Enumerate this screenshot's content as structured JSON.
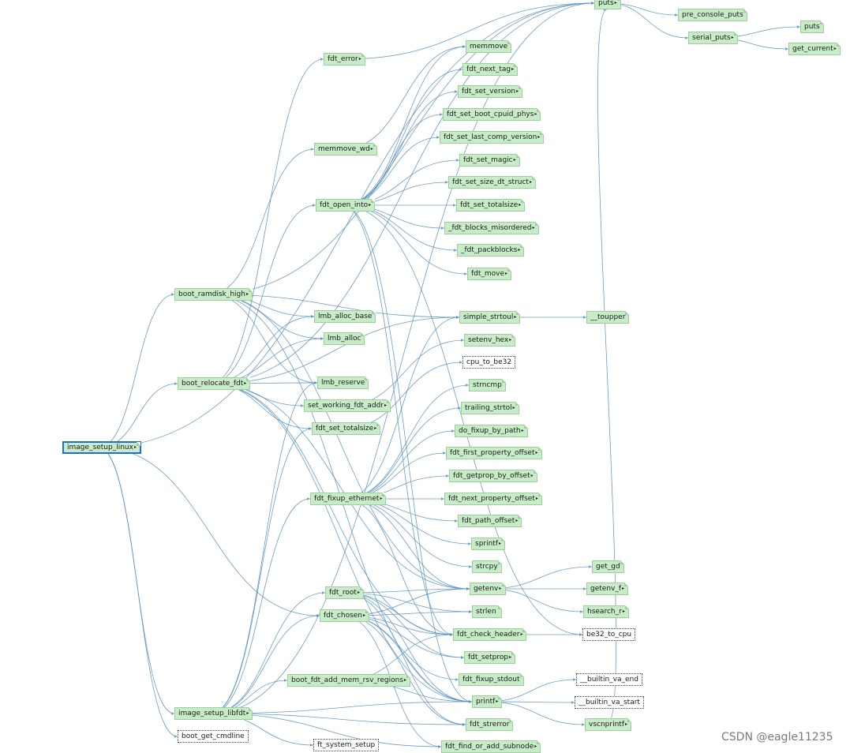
{
  "watermark": "CSDN @eagle11235",
  "expand_glyph": "▸",
  "nodes": [
    {
      "id": "image_setup_linux",
      "label": "image_setup_linux",
      "style": "root",
      "expandable": true
    },
    {
      "id": "boot_ramdisk_high",
      "label": "boot_ramdisk_high",
      "style": "normal",
      "expandable": true
    },
    {
      "id": "boot_relocate_fdt",
      "label": "boot_relocate_fdt",
      "style": "normal",
      "expandable": true
    },
    {
      "id": "image_setup_libfdt",
      "label": "image_setup_libfdt",
      "style": "normal",
      "expandable": true
    },
    {
      "id": "boot_get_cmdline",
      "label": "boot_get_cmdline",
      "style": "dotted",
      "expandable": false
    },
    {
      "id": "fdt_error",
      "label": "fdt_error",
      "style": "normal",
      "expandable": true
    },
    {
      "id": "memmove_wd",
      "label": "memmove_wd",
      "style": "normal",
      "expandable": true
    },
    {
      "id": "fdt_open_into",
      "label": "fdt_open_into",
      "style": "normal",
      "expandable": true
    },
    {
      "id": "lmb_alloc_base",
      "label": "lmb_alloc_base",
      "style": "normal",
      "expandable": false
    },
    {
      "id": "lmb_alloc",
      "label": "lmb_alloc",
      "style": "normal",
      "expandable": false
    },
    {
      "id": "lmb_reserve",
      "label": "lmb_reserve",
      "style": "normal",
      "expandable": false
    },
    {
      "id": "set_working_fdt_addr",
      "label": "set_working_fdt_addr",
      "style": "normal",
      "expandable": true
    },
    {
      "id": "fdt_set_totalsize_l",
      "label": "fdt_set_totalsize",
      "style": "normal",
      "expandable": true
    },
    {
      "id": "fdt_fixup_ethernet",
      "label": "fdt_fixup_ethernet",
      "style": "normal",
      "expandable": true
    },
    {
      "id": "fdt_root",
      "label": "fdt_root",
      "style": "normal",
      "expandable": true
    },
    {
      "id": "fdt_chosen",
      "label": "fdt_chosen",
      "style": "normal",
      "expandable": true
    },
    {
      "id": "boot_fdt_add_mem_rsv_regions",
      "label": "boot_fdt_add_mem_rsv_regions",
      "style": "normal",
      "expandable": true
    },
    {
      "id": "ft_system_setup",
      "label": "ft_system_setup",
      "style": "dotted",
      "expandable": false
    },
    {
      "id": "puts_top",
      "label": "puts",
      "style": "normal",
      "expandable": true
    },
    {
      "id": "memmove",
      "label": "memmove",
      "style": "normal",
      "expandable": false
    },
    {
      "id": "fdt_next_tag",
      "label": "fdt_next_tag",
      "style": "normal",
      "expandable": true
    },
    {
      "id": "fdt_set_version",
      "label": "fdt_set_version",
      "style": "normal",
      "expandable": true
    },
    {
      "id": "fdt_set_boot_cpuid_phys",
      "label": "fdt_set_boot_cpuid_phys",
      "style": "normal",
      "expandable": true
    },
    {
      "id": "fdt_set_last_comp_version",
      "label": "fdt_set_last_comp_version",
      "style": "normal",
      "expandable": true
    },
    {
      "id": "fdt_set_magic",
      "label": "fdt_set_magic",
      "style": "normal",
      "expandable": true
    },
    {
      "id": "fdt_set_size_dt_struct",
      "label": "fdt_set_size_dt_struct",
      "style": "normal",
      "expandable": true
    },
    {
      "id": "fdt_set_totalsize_r",
      "label": "fdt_set_totalsize",
      "style": "normal",
      "expandable": true
    },
    {
      "id": "fdt_blocks_misordered",
      "label": "_fdt_blocks_misordered",
      "style": "normal",
      "expandable": true
    },
    {
      "id": "fdt_packblocks",
      "label": "_fdt_packblocks",
      "style": "normal",
      "expandable": true
    },
    {
      "id": "fdt_move",
      "label": "fdt_move",
      "style": "normal",
      "expandable": true
    },
    {
      "id": "simple_strtoul",
      "label": "simple_strtoul",
      "style": "normal",
      "expandable": true
    },
    {
      "id": "setenv_hex",
      "label": "setenv_hex",
      "style": "normal",
      "expandable": true
    },
    {
      "id": "cpu_to_be32",
      "label": "cpu_to_be32",
      "style": "dotted",
      "expandable": false
    },
    {
      "id": "strncmp",
      "label": "strncmp",
      "style": "normal",
      "expandable": false
    },
    {
      "id": "trailing_strtol",
      "label": "trailing_strtol",
      "style": "normal",
      "expandable": true
    },
    {
      "id": "do_fixup_by_path",
      "label": "do_fixup_by_path",
      "style": "normal",
      "expandable": true
    },
    {
      "id": "fdt_first_property_offset",
      "label": "fdt_first_property_offset",
      "style": "normal",
      "expandable": true
    },
    {
      "id": "fdt_getprop_by_offset",
      "label": "fdt_getprop_by_offset",
      "style": "normal",
      "expandable": true
    },
    {
      "id": "fdt_next_property_offset",
      "label": "fdt_next_property_offset",
      "style": "normal",
      "expandable": true
    },
    {
      "id": "fdt_path_offset",
      "label": "fdt_path_offset",
      "style": "normal",
      "expandable": true
    },
    {
      "id": "sprintf",
      "label": "sprintf",
      "style": "normal",
      "expandable": true
    },
    {
      "id": "strcpy",
      "label": "strcpy",
      "style": "normal",
      "expandable": false
    },
    {
      "id": "getenv",
      "label": "getenv",
      "style": "normal",
      "expandable": true
    },
    {
      "id": "strlen",
      "label": "strlen",
      "style": "normal",
      "expandable": false
    },
    {
      "id": "fdt_check_header",
      "label": "fdt_check_header",
      "style": "normal",
      "expandable": true
    },
    {
      "id": "fdt_setprop",
      "label": "fdt_setprop",
      "style": "normal",
      "expandable": true
    },
    {
      "id": "fdt_fixup_stdout",
      "label": "fdt_fixup_stdout",
      "style": "normal",
      "expandable": false
    },
    {
      "id": "printf",
      "label": "printf",
      "style": "normal",
      "expandable": true
    },
    {
      "id": "fdt_strerror",
      "label": "fdt_strerror",
      "style": "normal",
      "expandable": false
    },
    {
      "id": "fdt_find_or_add_subnode",
      "label": "fdt_find_or_add_subnode",
      "style": "normal",
      "expandable": true
    },
    {
      "id": "pre_console_puts",
      "label": "pre_console_puts",
      "style": "normal",
      "expandable": false
    },
    {
      "id": "serial_puts",
      "label": "serial_puts",
      "style": "normal",
      "expandable": true
    },
    {
      "id": "puts_r",
      "label": "puts",
      "style": "normal",
      "expandable": false
    },
    {
      "id": "get_current",
      "label": "get_current",
      "style": "normal",
      "expandable": true
    },
    {
      "id": "toupper",
      "label": "__toupper",
      "style": "normal",
      "expandable": false
    },
    {
      "id": "get_gd",
      "label": "get_gd",
      "style": "normal",
      "expandable": false
    },
    {
      "id": "getenv_f",
      "label": "getenv_f",
      "style": "normal",
      "expandable": true
    },
    {
      "id": "hsearch_r",
      "label": "hsearch_r",
      "style": "normal",
      "expandable": true
    },
    {
      "id": "be32_to_cpu",
      "label": "be32_to_cpu",
      "style": "dotted",
      "expandable": false
    },
    {
      "id": "builtin_va_end",
      "label": "__builtin_va_end",
      "style": "dotted",
      "expandable": false
    },
    {
      "id": "builtin_va_start",
      "label": "__builtin_va_start",
      "style": "dotted",
      "expandable": false
    },
    {
      "id": "vscnprintf",
      "label": "vscnprintf",
      "style": "normal",
      "expandable": true
    }
  ],
  "edges": [
    [
      "image_setup_linux",
      "boot_ramdisk_high"
    ],
    [
      "image_setup_linux",
      "boot_relocate_fdt"
    ],
    [
      "image_setup_linux",
      "image_setup_libfdt"
    ],
    [
      "image_setup_linux",
      "boot_get_cmdline"
    ],
    [
      "image_setup_linux",
      "fdt_chosen"
    ],
    [
      "image_setup_linux",
      "puts_top"
    ],
    [
      "boot_ramdisk_high",
      "lmb_alloc_base"
    ],
    [
      "boot_ramdisk_high",
      "lmb_alloc"
    ],
    [
      "boot_ramdisk_high",
      "lmb_reserve"
    ],
    [
      "boot_ramdisk_high",
      "memmove_wd"
    ],
    [
      "boot_ramdisk_high",
      "simple_strtoul"
    ],
    [
      "boot_ramdisk_high",
      "puts_top"
    ],
    [
      "boot_ramdisk_high",
      "getenv"
    ],
    [
      "boot_ramdisk_high",
      "printf"
    ],
    [
      "boot_relocate_fdt",
      "lmb_alloc_base"
    ],
    [
      "boot_relocate_fdt",
      "lmb_alloc"
    ],
    [
      "boot_relocate_fdt",
      "lmb_reserve"
    ],
    [
      "boot_relocate_fdt",
      "set_working_fdt_addr"
    ],
    [
      "boot_relocate_fdt",
      "fdt_set_totalsize_l"
    ],
    [
      "boot_relocate_fdt",
      "fdt_open_into"
    ],
    [
      "boot_relocate_fdt",
      "fdt_error"
    ],
    [
      "boot_relocate_fdt",
      "puts_top"
    ],
    [
      "boot_relocate_fdt",
      "simple_strtoul"
    ],
    [
      "boot_relocate_fdt",
      "getenv"
    ],
    [
      "boot_relocate_fdt",
      "fdt_check_header"
    ],
    [
      "boot_relocate_fdt",
      "printf"
    ],
    [
      "image_setup_libfdt",
      "fdt_root"
    ],
    [
      "image_setup_libfdt",
      "fdt_chosen"
    ],
    [
      "image_setup_libfdt",
      "fdt_fixup_ethernet"
    ],
    [
      "image_setup_libfdt",
      "boot_fdt_add_mem_rsv_regions"
    ],
    [
      "image_setup_libfdt",
      "ft_system_setup"
    ],
    [
      "image_setup_libfdt",
      "fdt_set_totalsize_l"
    ],
    [
      "image_setup_libfdt",
      "lmb_reserve"
    ],
    [
      "image_setup_libfdt",
      "printf"
    ],
    [
      "image_setup_libfdt",
      "fdt_strerror"
    ],
    [
      "image_setup_libfdt",
      "fdt_find_or_add_subnode"
    ],
    [
      "image_setup_libfdt",
      "puts_top"
    ],
    [
      "fdt_error",
      "puts_top"
    ],
    [
      "memmove_wd",
      "memmove"
    ],
    [
      "fdt_open_into",
      "memmove"
    ],
    [
      "fdt_open_into",
      "fdt_next_tag"
    ],
    [
      "fdt_open_into",
      "fdt_set_version"
    ],
    [
      "fdt_open_into",
      "fdt_set_boot_cpuid_phys"
    ],
    [
      "fdt_open_into",
      "fdt_set_last_comp_version"
    ],
    [
      "fdt_open_into",
      "fdt_set_magic"
    ],
    [
      "fdt_open_into",
      "fdt_set_size_dt_struct"
    ],
    [
      "fdt_open_into",
      "fdt_set_totalsize_r"
    ],
    [
      "fdt_open_into",
      "fdt_blocks_misordered"
    ],
    [
      "fdt_open_into",
      "fdt_packblocks"
    ],
    [
      "fdt_open_into",
      "fdt_move"
    ],
    [
      "fdt_open_into",
      "fdt_check_header"
    ],
    [
      "fdt_open_into",
      "be32_to_cpu"
    ],
    [
      "fdt_open_into",
      "printf"
    ],
    [
      "set_working_fdt_addr",
      "setenv_hex"
    ],
    [
      "fdt_set_totalsize_l",
      "cpu_to_be32"
    ],
    [
      "fdt_fixup_ethernet",
      "strncmp"
    ],
    [
      "fdt_fixup_ethernet",
      "trailing_strtol"
    ],
    [
      "fdt_fixup_ethernet",
      "do_fixup_by_path"
    ],
    [
      "fdt_fixup_ethernet",
      "fdt_first_property_offset"
    ],
    [
      "fdt_fixup_ethernet",
      "fdt_getprop_by_offset"
    ],
    [
      "fdt_fixup_ethernet",
      "fdt_next_property_offset"
    ],
    [
      "fdt_fixup_ethernet",
      "fdt_path_offset"
    ],
    [
      "fdt_fixup_ethernet",
      "sprintf"
    ],
    [
      "fdt_fixup_ethernet",
      "strcpy"
    ],
    [
      "fdt_fixup_ethernet",
      "getenv"
    ],
    [
      "fdt_fixup_ethernet",
      "simple_strtoul"
    ],
    [
      "fdt_fixup_ethernet",
      "fdt_check_header"
    ],
    [
      "fdt_root",
      "getenv"
    ],
    [
      "fdt_root",
      "strlen"
    ],
    [
      "fdt_root",
      "fdt_check_header"
    ],
    [
      "fdt_root",
      "fdt_setprop"
    ],
    [
      "fdt_root",
      "printf"
    ],
    [
      "fdt_root",
      "fdt_strerror"
    ],
    [
      "fdt_chosen",
      "getenv"
    ],
    [
      "fdt_chosen",
      "strlen"
    ],
    [
      "fdt_chosen",
      "fdt_check_header"
    ],
    [
      "fdt_chosen",
      "fdt_setprop"
    ],
    [
      "fdt_chosen",
      "fdt_fixup_stdout"
    ],
    [
      "fdt_chosen",
      "printf"
    ],
    [
      "fdt_chosen",
      "fdt_strerror"
    ],
    [
      "fdt_chosen",
      "fdt_find_or_add_subnode"
    ],
    [
      "boot_fdt_add_mem_rsv_regions",
      "fdt_check_header"
    ],
    [
      "boot_fdt_add_mem_rsv_regions",
      "printf"
    ],
    [
      "puts_top",
      "pre_console_puts"
    ],
    [
      "puts_top",
      "serial_puts"
    ],
    [
      "serial_puts",
      "puts_r"
    ],
    [
      "serial_puts",
      "get_current"
    ],
    [
      "simple_strtoul",
      "toupper"
    ],
    [
      "getenv",
      "get_gd"
    ],
    [
      "getenv",
      "getenv_f"
    ],
    [
      "getenv",
      "hsearch_r"
    ],
    [
      "fdt_check_header",
      "be32_to_cpu"
    ],
    [
      "printf",
      "builtin_va_end"
    ],
    [
      "printf",
      "builtin_va_start"
    ],
    [
      "printf",
      "vscnprintf"
    ],
    [
      "vscnprintf",
      "puts_top"
    ]
  ]
}
